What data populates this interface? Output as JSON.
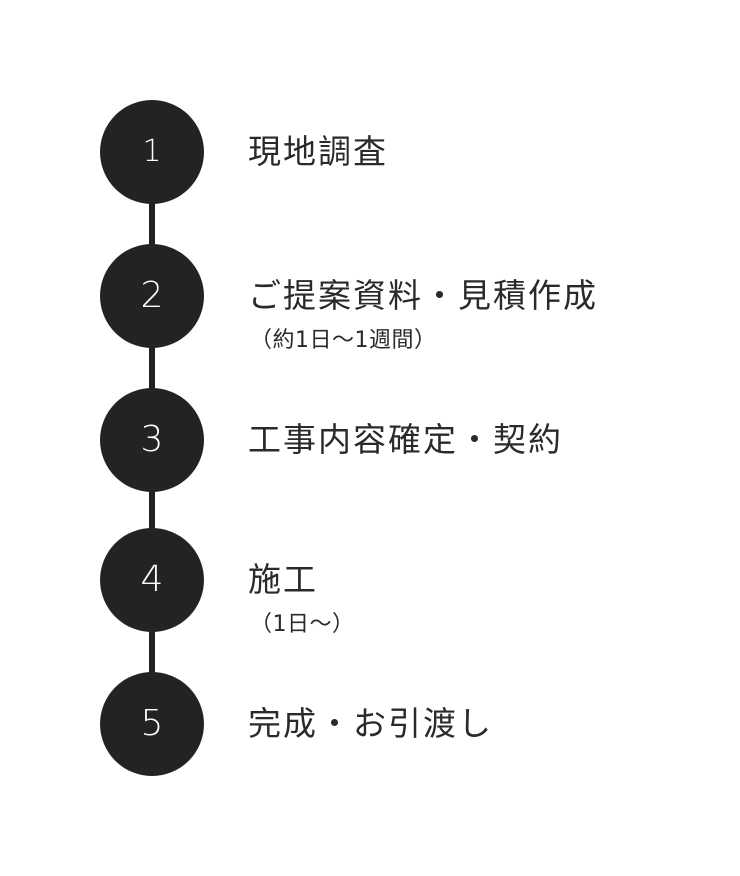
{
  "steps": [
    {
      "number": "1",
      "title": "現地調査",
      "note": ""
    },
    {
      "number": "2",
      "title": "ご提案資料・見積作成",
      "note": "（約1日〜1週間）"
    },
    {
      "number": "3",
      "title": "工事内容確定・契約",
      "note": ""
    },
    {
      "number": "4",
      "title": "施工",
      "note": "（1日〜）"
    },
    {
      "number": "5",
      "title": "完成・お引渡し",
      "note": ""
    }
  ],
  "colors": {
    "circle": "#232323",
    "circle_text": "#ffffff",
    "text": "#2a2a2a"
  }
}
